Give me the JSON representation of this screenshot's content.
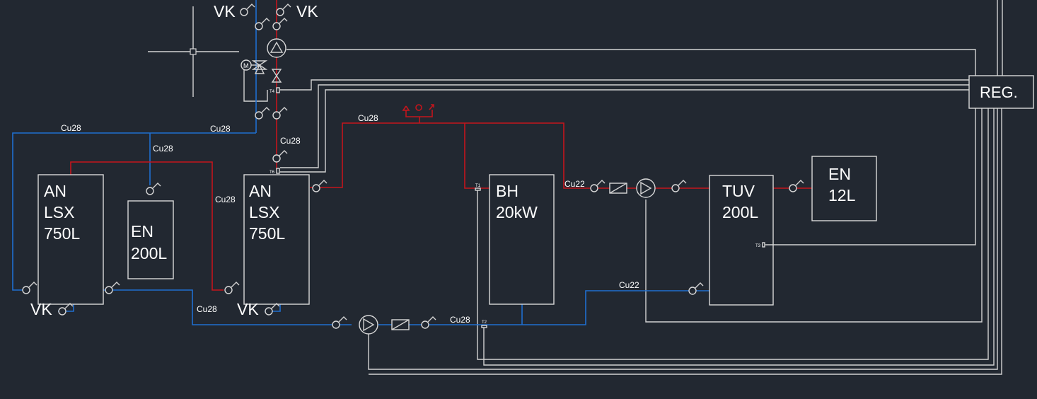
{
  "colors": {
    "background": "#222831",
    "return_pipe": "#1f6fd0",
    "flow_pipe": "#c4151c",
    "line": "#d2d2d2",
    "text": "#ffffff"
  },
  "tanks": {
    "lsx1": {
      "line1": "AN",
      "line2": "LSX",
      "line3": "750L"
    },
    "lsx2": {
      "line1": "AN",
      "line2": "LSX",
      "line3": "750L"
    },
    "en200": {
      "line1": "EN",
      "line2": "200L"
    },
    "bh": {
      "line1": "BH",
      "line2": "20kW"
    },
    "tuv": {
      "line1": "TUV",
      "line2": "200L"
    },
    "en12": {
      "line1": "EN",
      "line2": "12L"
    }
  },
  "controller": {
    "label": "REG."
  },
  "valves": {
    "vk_top_left": "VK",
    "vk_top_right": "VK",
    "vk_bottom_left": "VK",
    "vk_bottom_right": "VK"
  },
  "pipes": {
    "blue_top_left": "Cu28",
    "blue_top_mid": "Cu28",
    "blue_branch": "Cu28",
    "red_cross": "Cu28",
    "red_vertical": "Cu28",
    "red_main": "Cu28",
    "blue_bottom_left": "Cu28",
    "blue_bottom_mid": "Cu28",
    "red_tuv": "Cu22",
    "blue_tuv": "Cu22"
  },
  "sensors": {
    "t1": "T1",
    "t2": "T2",
    "t3": "T3",
    "t4": "T4",
    "t6": "T6"
  },
  "symbols": {
    "motor": "M"
  }
}
